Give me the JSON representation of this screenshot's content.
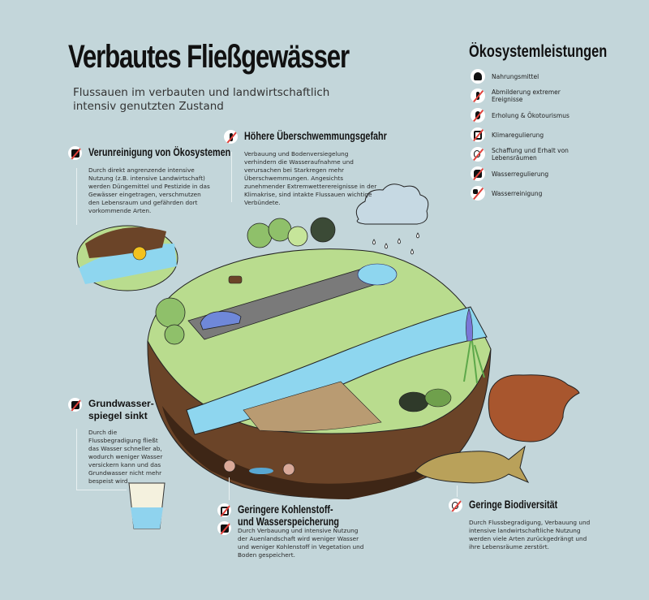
{
  "header": {
    "title": "Verbautes Fließgewässer",
    "subtitle": "Flussauen im verbauten und landwirtschaftlich intensiv genutzten Zustand"
  },
  "ecosystem_services": {
    "title": "Ökosystemleistungen",
    "items": [
      {
        "icon": "food-icon",
        "label": "Nahrungsmittel",
        "crossed": false
      },
      {
        "icon": "extreme-events-icon",
        "label": "Abmilderung extremer Ereignisse",
        "crossed": true
      },
      {
        "icon": "hiker-icon",
        "label": "Erholung & Ökotourismus",
        "crossed": true
      },
      {
        "icon": "climate-icon",
        "label": "Klimaregulierung",
        "crossed": true
      },
      {
        "icon": "tree-icon",
        "label": "Schaffung und Erhalt von Lebensräumen",
        "crossed": true
      },
      {
        "icon": "water-regulation-icon",
        "label": "Wasserregulierung",
        "crossed": true
      },
      {
        "icon": "water-purification-icon",
        "label": "Wasserreinigung",
        "crossed": true
      }
    ]
  },
  "sections": {
    "pollution": {
      "title": "Verunreinigung von Ökosystemen",
      "text": "Durch direkt angrenzende intensive Nutzung (z.B. intensive Landwirtschaft) werden Düngemittel und Pestizide in das Gewässer eingetragen, verschmutzen den Lebensraum und gefährden dort vorkommende Arten."
    },
    "flood": {
      "title": "Höhere Überschwemmungsgefahr",
      "text": "Verbauung und Bodenversiegelung verhindern die Wasseraufnahme und verursachen bei Starkregen mehr Überschwemmungen. Angesichts zunehmender Extremwetterereignisse in der Klimakrise, sind intakte Flussauen wichtige Verbündete."
    },
    "groundwater": {
      "title": "Grundwasser-spiegel sinkt",
      "text": "Durch die Flussbegradigung fließt das Wasser schneller ab, wodurch weniger Wasser versickern kann und das Grundwasser nicht mehr bespeist wird."
    },
    "carbon": {
      "title": "Geringere Kohlenstoff- und Wasserspeicherung",
      "text": "Durch Verbauung und intensive Nutzung der Auenlandschaft wird weniger Wasser und weniger Kohlenstoff in Vegetation und Boden gespeichert."
    },
    "biodiversity": {
      "title": "Geringe Biodiversität",
      "text": "Durch Flussbegradigung, Verbauung und intensive landwirtschaftliche Nutzung werden viele Arten zurückgedrängt und ihre Lebensräume zerstört."
    }
  },
  "colors": {
    "background": "#c3d6da",
    "grass": "#b9dc8e",
    "river": "#8ed6ef",
    "road": "#7a7a7a",
    "soil": "#6b4428",
    "soil_dark": "#3e2616",
    "cross": "#e0403a"
  }
}
